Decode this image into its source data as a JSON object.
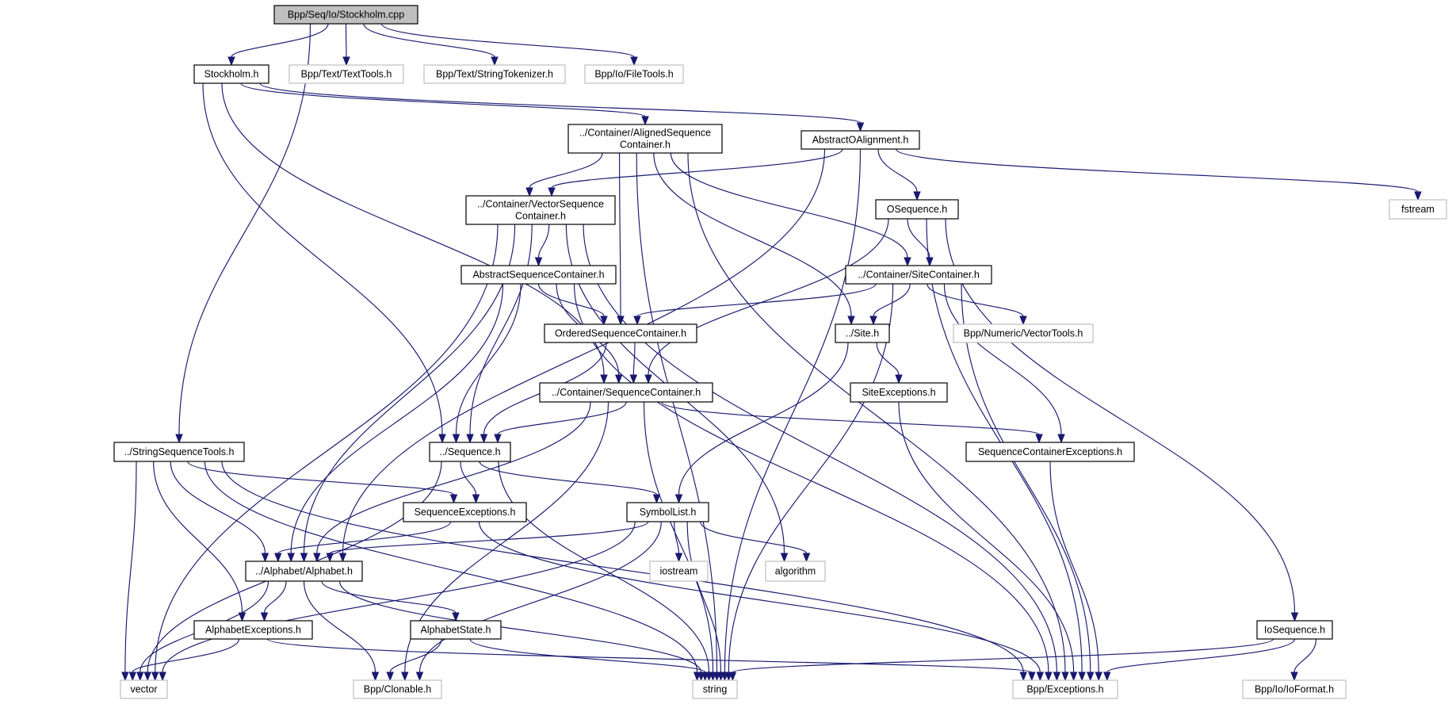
{
  "diagram": {
    "title": "Bpp/Seq/Io/Stockholm.cpp",
    "colors": {
      "edge": "#191970",
      "root_fill": "#bfbfbf",
      "internal_border": "#000000",
      "external_border": "#bfbfbf"
    },
    "nodes": [
      {
        "id": "cpp",
        "label": [
          "Bpp/Seq/Io/Stockholm.cpp"
        ],
        "kind": "root"
      },
      {
        "id": "stockholm_h",
        "label": [
          "Stockholm.h"
        ],
        "kind": "internal"
      },
      {
        "id": "texttools",
        "label": [
          "Bpp/Text/TextTools.h"
        ],
        "kind": "external"
      },
      {
        "id": "stringtokenizer",
        "label": [
          "Bpp/Text/StringTokenizer.h"
        ],
        "kind": "external"
      },
      {
        "id": "filetools",
        "label": [
          "Bpp/Io/FileTools.h"
        ],
        "kind": "external"
      },
      {
        "id": "alignedseq",
        "label": [
          "../Container/AlignedSequence",
          "Container.h"
        ],
        "kind": "internal"
      },
      {
        "id": "abstractoalign",
        "label": [
          "AbstractOAlignment.h"
        ],
        "kind": "internal"
      },
      {
        "id": "fstream",
        "label": [
          "fstream"
        ],
        "kind": "external"
      },
      {
        "id": "vectorseq",
        "label": [
          "../Container/VectorSequence",
          "Container.h"
        ],
        "kind": "internal"
      },
      {
        "id": "osequence",
        "label": [
          "OSequence.h"
        ],
        "kind": "internal"
      },
      {
        "id": "abstractseqcont",
        "label": [
          "AbstractSequenceContainer.h"
        ],
        "kind": "internal"
      },
      {
        "id": "sitecontainer",
        "label": [
          "../Container/SiteContainer.h"
        ],
        "kind": "internal"
      },
      {
        "id": "orderedseq",
        "label": [
          "OrderedSequenceContainer.h"
        ],
        "kind": "internal"
      },
      {
        "id": "site",
        "label": [
          "../Site.h"
        ],
        "kind": "internal"
      },
      {
        "id": "vectortools",
        "label": [
          "Bpp/Numeric/VectorTools.h"
        ],
        "kind": "external"
      },
      {
        "id": "seqcontainer",
        "label": [
          "../Container/SequenceContainer.h"
        ],
        "kind": "internal"
      },
      {
        "id": "siteexceptions",
        "label": [
          "SiteExceptions.h"
        ],
        "kind": "internal"
      },
      {
        "id": "stringseqtools",
        "label": [
          "../StringSequenceTools.h"
        ],
        "kind": "internal"
      },
      {
        "id": "sequence",
        "label": [
          "../Sequence.h"
        ],
        "kind": "internal"
      },
      {
        "id": "seqcontexceptions",
        "label": [
          "SequenceContainerExceptions.h"
        ],
        "kind": "internal"
      },
      {
        "id": "seqexceptions",
        "label": [
          "SequenceExceptions.h"
        ],
        "kind": "internal"
      },
      {
        "id": "symbollist",
        "label": [
          "SymbolList.h"
        ],
        "kind": "internal"
      },
      {
        "id": "alphabet",
        "label": [
          "../Alphabet/Alphabet.h"
        ],
        "kind": "internal"
      },
      {
        "id": "iostream",
        "label": [
          "iostream"
        ],
        "kind": "external"
      },
      {
        "id": "algorithm",
        "label": [
          "algorithm"
        ],
        "kind": "external"
      },
      {
        "id": "alphabetexceptions",
        "label": [
          "AlphabetExceptions.h"
        ],
        "kind": "internal"
      },
      {
        "id": "alphabetstate",
        "label": [
          "AlphabetState.h"
        ],
        "kind": "internal"
      },
      {
        "id": "iosequence",
        "label": [
          "IoSequence.h"
        ],
        "kind": "internal"
      },
      {
        "id": "vector",
        "label": [
          "vector"
        ],
        "kind": "external"
      },
      {
        "id": "clonable",
        "label": [
          "Bpp/Clonable.h"
        ],
        "kind": "external"
      },
      {
        "id": "string",
        "label": [
          "string"
        ],
        "kind": "external"
      },
      {
        "id": "exceptions",
        "label": [
          "Bpp/Exceptions.h"
        ],
        "kind": "external"
      },
      {
        "id": "ioformat",
        "label": [
          "Bpp/Io/IoFormat.h"
        ],
        "kind": "external"
      }
    ],
    "edges": [
      [
        "cpp",
        "stockholm_h"
      ],
      [
        "cpp",
        "texttools"
      ],
      [
        "cpp",
        "stringtokenizer"
      ],
      [
        "cpp",
        "filetools"
      ],
      [
        "cpp",
        "stringseqtools"
      ],
      [
        "stockholm_h",
        "alignedseq"
      ],
      [
        "stockholm_h",
        "abstractoalign"
      ],
      [
        "stockholm_h",
        "sequence"
      ],
      [
        "stockholm_h",
        "seqcontainer"
      ],
      [
        "alignedseq",
        "vectorseq"
      ],
      [
        "alignedseq",
        "orderedseq"
      ],
      [
        "alignedseq",
        "site"
      ],
      [
        "alignedseq",
        "sitecontainer"
      ],
      [
        "alignedseq",
        "exceptions"
      ],
      [
        "alignedseq",
        "string"
      ],
      [
        "abstractoalign",
        "vectorseq"
      ],
      [
        "abstractoalign",
        "osequence"
      ],
      [
        "abstractoalign",
        "alphabet"
      ],
      [
        "abstractoalign",
        "fstream"
      ],
      [
        "abstractoalign",
        "string"
      ],
      [
        "vectorseq",
        "abstractseqcont"
      ],
      [
        "vectorseq",
        "sequence"
      ],
      [
        "vectorseq",
        "algorithm"
      ],
      [
        "vectorseq",
        "exceptions"
      ],
      [
        "vectorseq",
        "vector"
      ],
      [
        "vectorseq",
        "alphabet"
      ],
      [
        "osequence",
        "sitecontainer"
      ],
      [
        "osequence",
        "seqcontainer"
      ],
      [
        "osequence",
        "exceptions"
      ],
      [
        "osequence",
        "iosequence"
      ],
      [
        "abstractseqcont",
        "orderedseq"
      ],
      [
        "abstractseqcont",
        "seqcontainer"
      ],
      [
        "abstractseqcont",
        "sequence"
      ],
      [
        "abstractseqcont",
        "alphabet"
      ],
      [
        "abstractseqcont",
        "exceptions"
      ],
      [
        "sitecontainer",
        "orderedseq"
      ],
      [
        "sitecontainer",
        "site"
      ],
      [
        "sitecontainer",
        "vectortools"
      ],
      [
        "sitecontainer",
        "seqcontexceptions"
      ],
      [
        "sitecontainer",
        "string"
      ],
      [
        "sitecontainer",
        "exceptions"
      ],
      [
        "orderedseq",
        "seqcontainer"
      ],
      [
        "orderedseq",
        "sequence"
      ],
      [
        "site",
        "siteexceptions"
      ],
      [
        "site",
        "symbollist"
      ],
      [
        "seqcontainer",
        "sequence"
      ],
      [
        "seqcontainer",
        "seqcontexceptions"
      ],
      [
        "seqcontainer",
        "alphabet"
      ],
      [
        "seqcontainer",
        "clonable"
      ],
      [
        "seqcontainer",
        "string"
      ],
      [
        "siteexceptions",
        "exceptions"
      ],
      [
        "seqcontexceptions",
        "exceptions"
      ],
      [
        "stringseqtools",
        "seqexceptions"
      ],
      [
        "stringseqtools",
        "alphabet"
      ],
      [
        "stringseqtools",
        "alphabetexceptions"
      ],
      [
        "stringseqtools",
        "vector"
      ],
      [
        "stringseqtools",
        "string"
      ],
      [
        "stringseqtools",
        "exceptions"
      ],
      [
        "sequence",
        "seqexceptions"
      ],
      [
        "sequence",
        "symbollist"
      ],
      [
        "sequence",
        "string"
      ],
      [
        "sequence",
        "vector"
      ],
      [
        "seqexceptions",
        "alphabet"
      ],
      [
        "seqexceptions",
        "exceptions"
      ],
      [
        "symbollist",
        "alphabet"
      ],
      [
        "symbollist",
        "iostream"
      ],
      [
        "symbollist",
        "algorithm"
      ],
      [
        "symbollist",
        "string"
      ],
      [
        "symbollist",
        "vector"
      ],
      [
        "symbollist",
        "clonable"
      ],
      [
        "alphabet",
        "alphabetexceptions"
      ],
      [
        "alphabet",
        "alphabetstate"
      ],
      [
        "alphabet",
        "clonable"
      ],
      [
        "alphabet",
        "vector"
      ],
      [
        "alphabet",
        "string"
      ],
      [
        "alphabetexceptions",
        "vector"
      ],
      [
        "alphabetexceptions",
        "exceptions"
      ],
      [
        "alphabetstate",
        "clonable"
      ],
      [
        "alphabetstate",
        "string"
      ],
      [
        "iosequence",
        "exceptions"
      ],
      [
        "iosequence",
        "string"
      ],
      [
        "iosequence",
        "ioformat"
      ]
    ]
  }
}
